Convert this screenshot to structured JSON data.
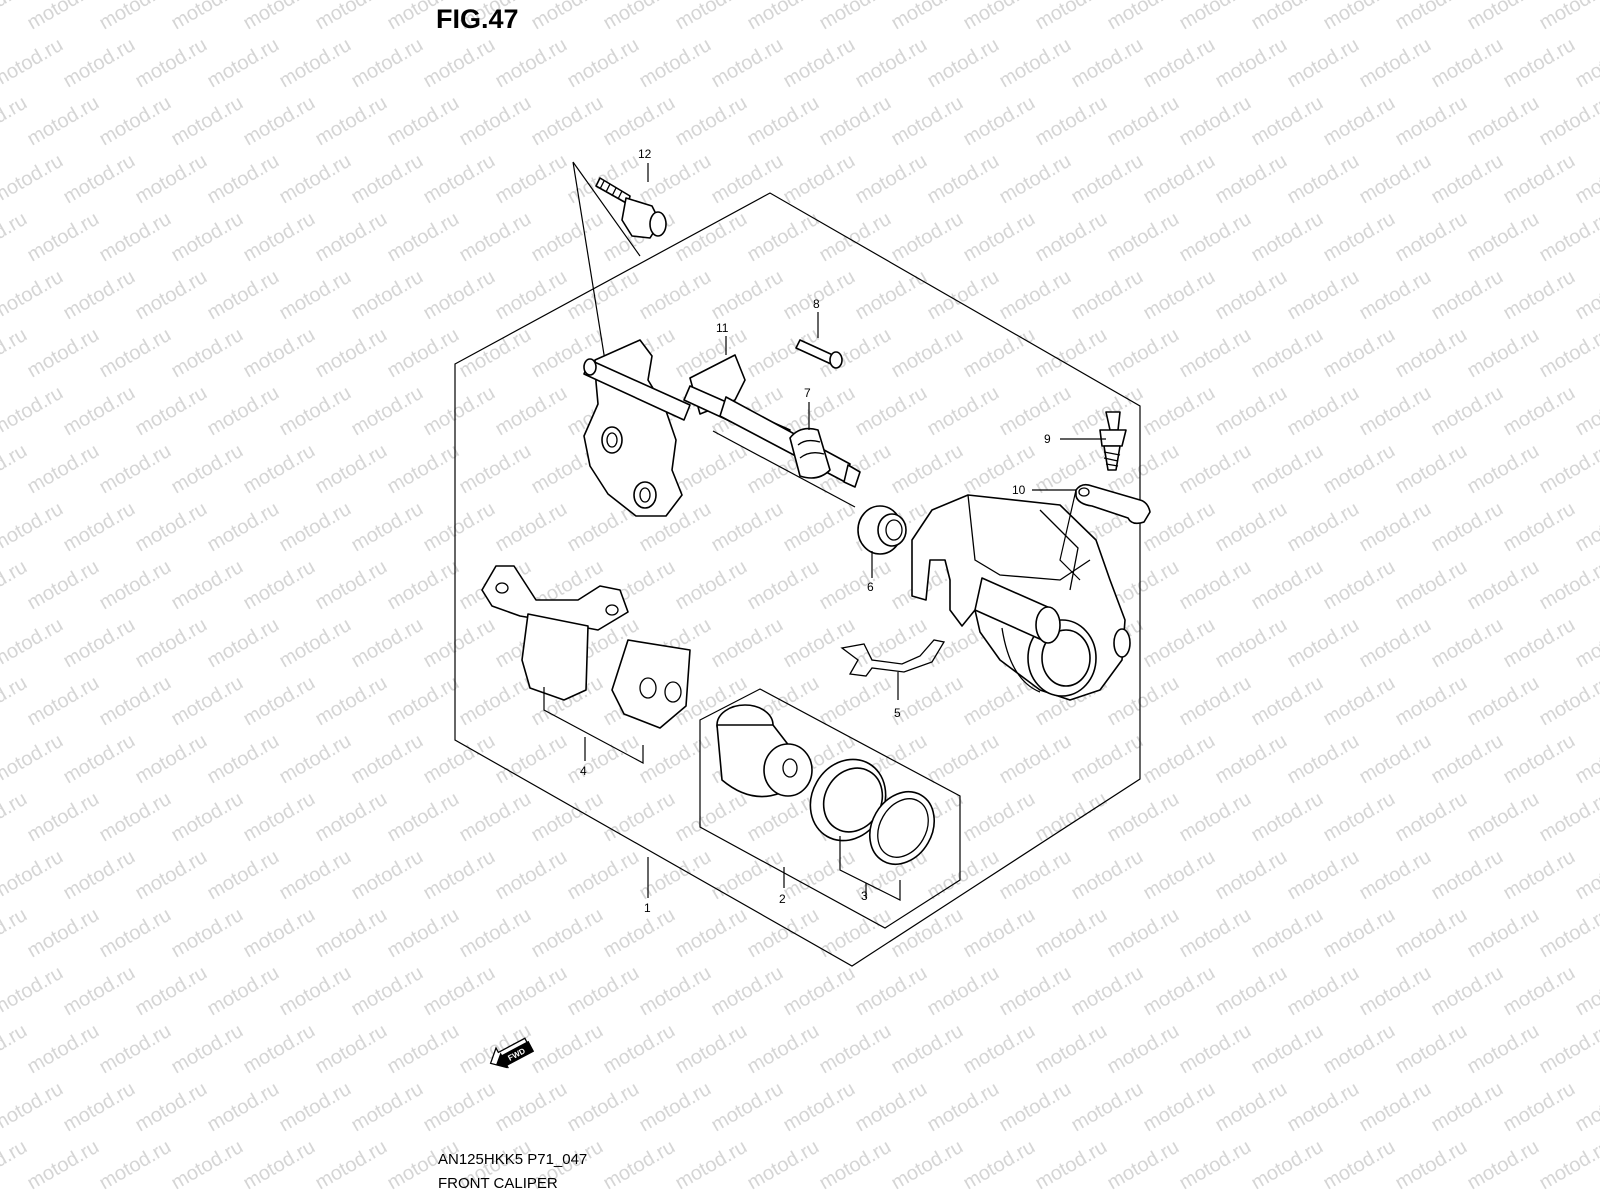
{
  "figure": {
    "title": "FIG.47",
    "code": "AN125HKK5 P71_047",
    "name": "FRONT CALIPER"
  },
  "watermark": {
    "text": "motod.ru",
    "color": "#c8c8c8"
  },
  "callouts": [
    {
      "id": "callout-1",
      "label": "1"
    },
    {
      "id": "callout-2",
      "label": "2"
    },
    {
      "id": "callout-3",
      "label": "3"
    },
    {
      "id": "callout-4",
      "label": "4"
    },
    {
      "id": "callout-5",
      "label": "5"
    },
    {
      "id": "callout-6",
      "label": "6"
    },
    {
      "id": "callout-7",
      "label": "7"
    },
    {
      "id": "callout-8",
      "label": "8"
    },
    {
      "id": "callout-9",
      "label": "9"
    },
    {
      "id": "callout-10",
      "label": "10"
    },
    {
      "id": "callout-11",
      "label": "11"
    },
    {
      "id": "callout-12",
      "label": "12"
    }
  ],
  "direction_badge": {
    "text": "FWD",
    "icon": "forward-arrow-icon"
  }
}
